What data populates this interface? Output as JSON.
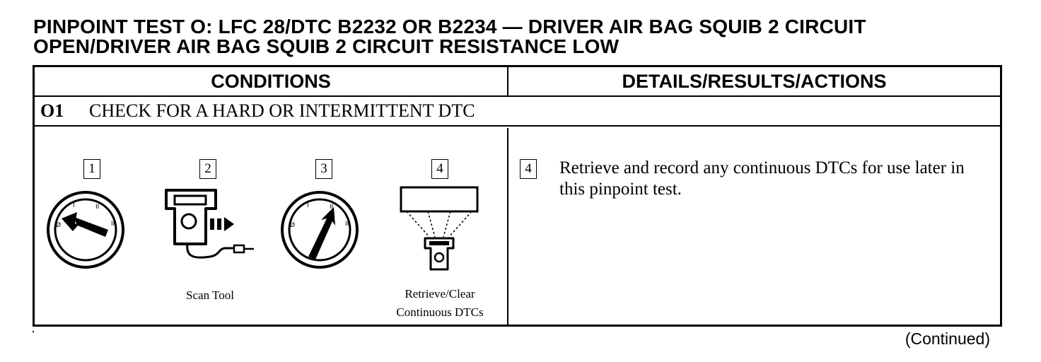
{
  "title": {
    "line1": "PINPOINT TEST O: LFC 28/DTC B2232 OR B2234 — DRIVER AIR BAG SQUIB 2 CIRCUIT",
    "line2": "OPEN/DRIVER AIR BAG SQUIB 2 CIRCUIT RESISTANCE LOW"
  },
  "table": {
    "headers": {
      "conditions": "CONDITIONS",
      "details": "DETAILS/RESULTS/ACTIONS"
    },
    "step": {
      "number": "O1",
      "title": "CHECK FOR A HARD OR INTERMITTENT DTC"
    },
    "illustrations": [
      {
        "number": "1",
        "icon": "ignition-switch-off-icon",
        "caption": ""
      },
      {
        "number": "2",
        "icon": "scan-tool-icon",
        "caption": "Scan Tool"
      },
      {
        "number": "3",
        "icon": "ignition-switch-run-icon",
        "caption": ""
      },
      {
        "number": "4",
        "icon": "retrieve-dtc-display-icon",
        "caption_line1": "Retrieve/Clear",
        "caption_line2": "Continuous DTCs"
      }
    ],
    "action": {
      "number": "4",
      "text": "Retrieve and record any continuous DTCs for use later in this pinpoint test."
    }
  },
  "footer": {
    "continued": "(Continued)"
  },
  "switch_labels": {
    "off": "Ø",
    "pos1": "I",
    "pos2": "II",
    "pos3": "III"
  }
}
